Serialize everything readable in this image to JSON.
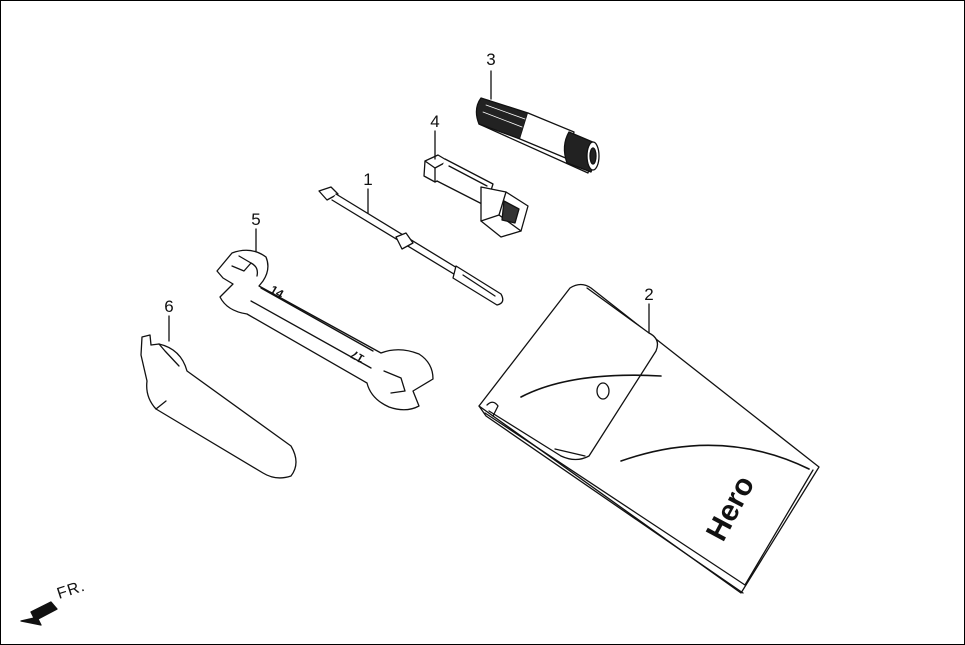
{
  "callouts": {
    "c1": "1",
    "c2": "2",
    "c3": "3",
    "c4": "4",
    "c5": "5",
    "c6": "6"
  },
  "direction_label": "FR.",
  "pouch_brand": "Hero",
  "wrench_sizes": {
    "small": "14",
    "large": "17"
  }
}
